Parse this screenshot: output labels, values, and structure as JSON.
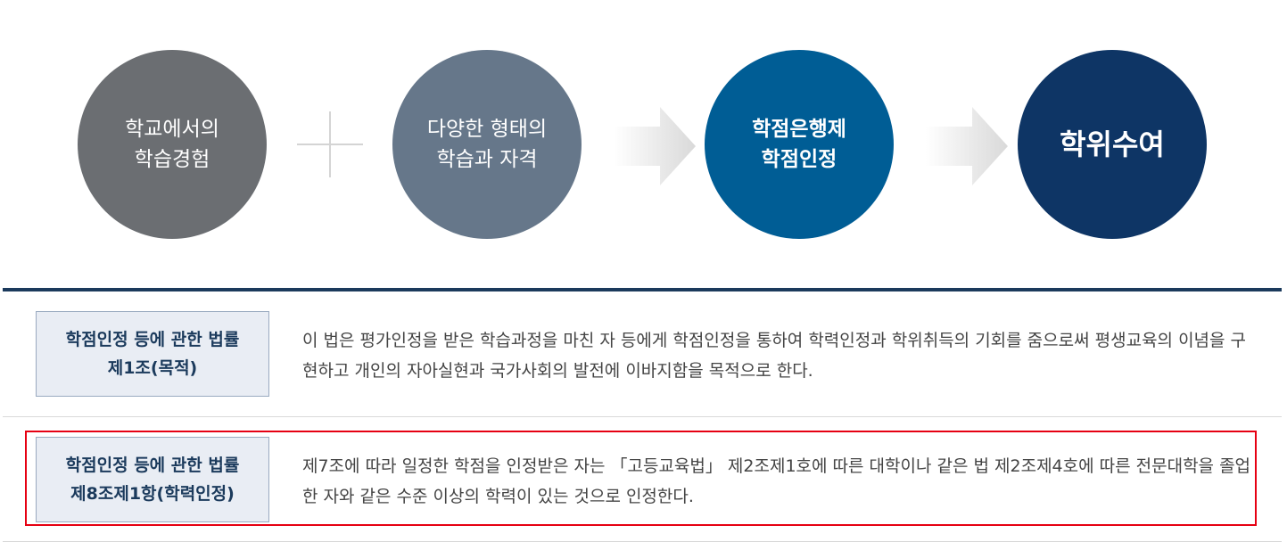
{
  "flow": {
    "steps": [
      {
        "line1": "학교에서의",
        "line2": "학습경험"
      },
      {
        "line1": "다양한 형태의",
        "line2": "학습과 자격"
      },
      {
        "line1": "학점은행제",
        "line2": "학점인정"
      },
      {
        "line1": "학위수여"
      }
    ],
    "colors": [
      "#6b6e72",
      "#66778a",
      "#005d95",
      "#0e3565"
    ]
  },
  "laws": [
    {
      "title_line1": "학점인정 등에 관한 법률",
      "title_line2": "제1조(목적)",
      "text": "이 법은 평가인정을 받은 학습과정을 마친 자 등에게 학점인정을 통하여 학력인정과 학위취득의 기회를 줌으로써 평생교육의 이념을 구현하고 개인의 자아실현과 국가사회의 발전에 이바지함을 목적으로 한다."
    },
    {
      "title_line1": "학점인정 등에 관한 법률",
      "title_line2": "제8조제1항(학력인정)",
      "text": "제7조에 따라 일정한 학점을 인정받은 자는 「고등교육법」 제2조제1호에 따른 대학이나 같은 법 제2조제4호에 따른 전문대학을 졸업한 자와 같은 수준 이상의 학력이 있는 것으로 인정한다."
    }
  ],
  "highlight_color": "#e60012"
}
